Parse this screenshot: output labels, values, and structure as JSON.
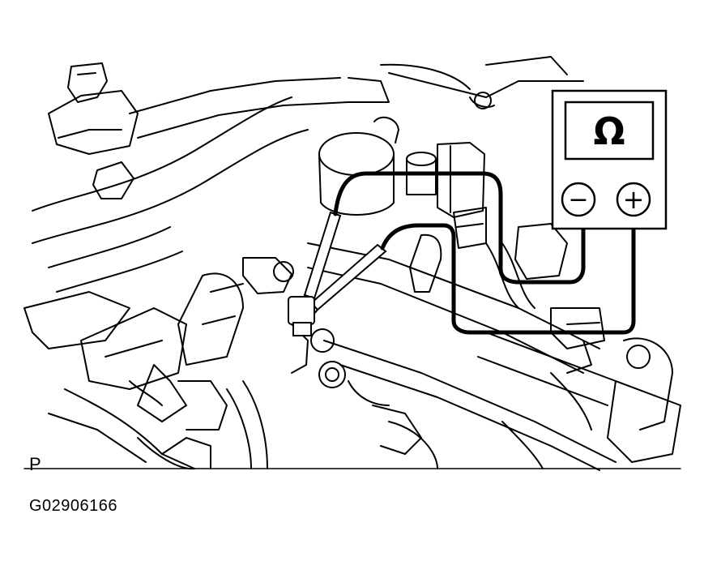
{
  "diagram": {
    "view_label": "P",
    "figure_code": "G02906166",
    "meter": {
      "symbol": "Ω",
      "negative_terminal": "−",
      "positive_terminal": "+"
    },
    "colors": {
      "line": "#000000",
      "background": "#ffffff"
    }
  }
}
